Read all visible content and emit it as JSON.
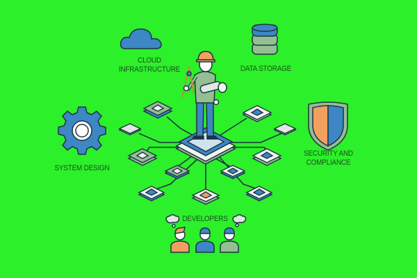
{
  "labels": {
    "cloud": [
      "CLOUD",
      "INFRASTRUCTURE"
    ],
    "storage": "DATA STORAGE",
    "system": "SYSTEM DESIGN",
    "security": [
      "SECURITY AND",
      "COMPLIANCE"
    ],
    "developers": "DEVELOPERS"
  },
  "colors": {
    "background": "#2cf02a",
    "blue": "#3d87c4",
    "sage": "#93bf93",
    "orange": "#f2a060",
    "outline": "#1d3340",
    "text": "#1f4d1f"
  }
}
